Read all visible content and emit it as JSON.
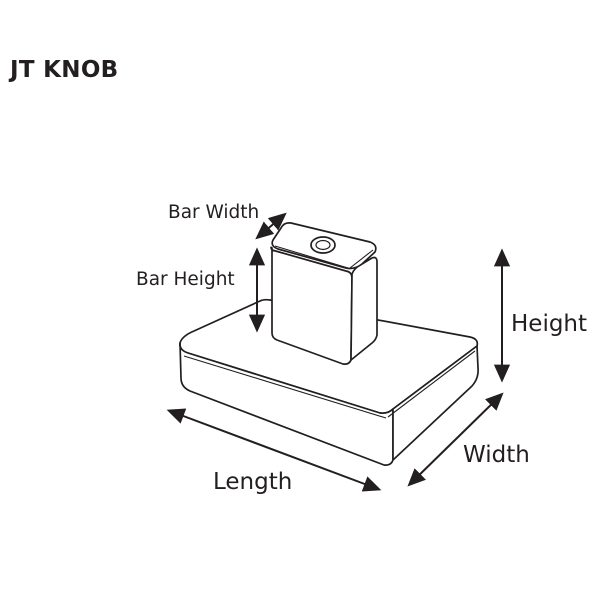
{
  "title": "JT KNOB",
  "labels": {
    "bar_width": "Bar Width",
    "bar_height": "Bar Height",
    "height": "Height",
    "width": "Width",
    "length": "Length"
  },
  "colors": {
    "line": "#231f20",
    "fill": "#ffffff",
    "background": "#ffffff"
  }
}
